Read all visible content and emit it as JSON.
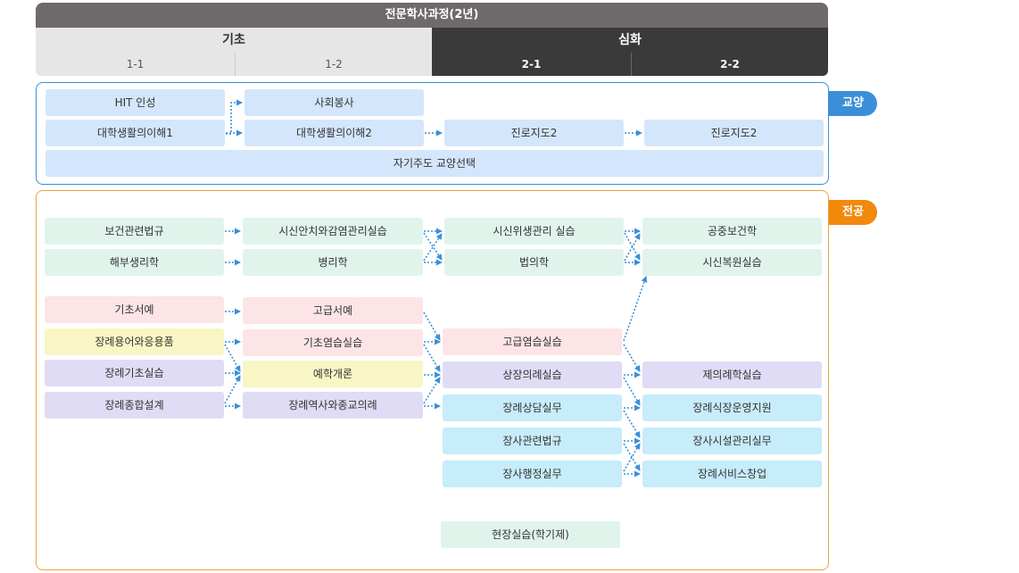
{
  "header": {
    "title": "전문학사과정(2년)",
    "basic": "기초",
    "advanced": "심화",
    "semesters": [
      "1-1",
      "1-2",
      "2-1",
      "2-2"
    ]
  },
  "sections": {
    "general": "교양",
    "major": "전공"
  },
  "general_courses": {
    "hit": "HIT 인성",
    "volunteer": "사회봉사",
    "college_life1": "대학생활의이해1",
    "college_life2": "대학생활의이해2",
    "career1": "진로지도2",
    "career2": "진로지도2",
    "self_directed": "자기주도 교양선택"
  },
  "major_courses": {
    "health_law": "보건관련법규",
    "body_safety": "시신안치와감염관리실습",
    "body_hygiene": "시신위생관리 실습",
    "public_health": "공중보건학",
    "anatomy": "해부생리학",
    "pathology": "병리학",
    "forensic": "법의학",
    "body_restore": "시신복원실습",
    "basic_calligraphy": "기초서예",
    "adv_calligraphy": "고급서예",
    "funeral_terms": "장례용어와응용품",
    "basic_shroud": "기초염습실습",
    "adv_shroud": "고급염습실습",
    "funeral_basic": "장례기초실습",
    "etiquette": "예학개론",
    "mourning_rites": "상장의례실습",
    "ritual_practice": "제의례학실습",
    "funeral_design": "장례종합설계",
    "funeral_history": "장례역사와종교의례",
    "funeral_counsel": "장례상담실무",
    "ceremony_support": "장례식장운영지원",
    "funeral_law": "장사관련법규",
    "facility_mgmt": "장사시설관리실무",
    "funeral_admin": "장사행정실무",
    "funeral_startup": "장례서비스창업",
    "field_practice": "현장실습(학기제)"
  },
  "colors": {
    "header_title_bg": "#6e6a69",
    "basic_bg": "#e6e6e6",
    "advanced_bg": "#3a3a3a",
    "general_accent": "#3b8fd8",
    "major_accent": "#f0890c",
    "arrow": "#3b8fd8"
  }
}
